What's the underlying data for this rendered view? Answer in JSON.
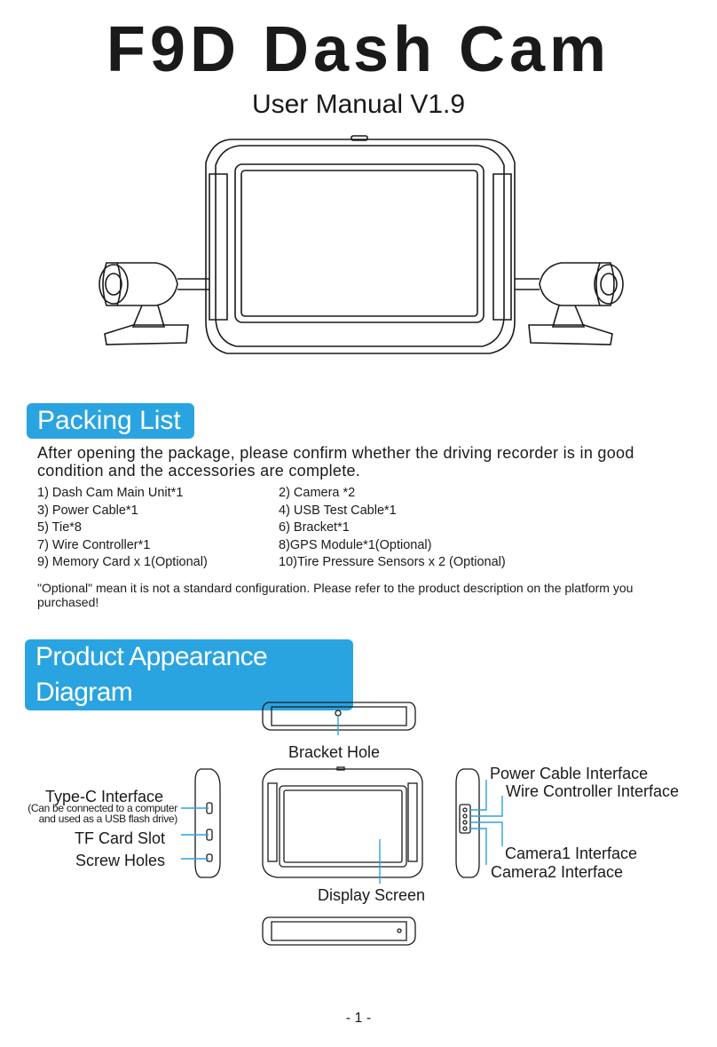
{
  "header": {
    "title": "F9D Dash Cam",
    "subtitle": "User  Manual V1.9"
  },
  "packing": {
    "heading": "Packing List",
    "intro": "After opening the package, please confirm whether the driving recorder is in good condition and the accessories are complete.",
    "items": [
      "1) Dash Cam Main Unit*1",
      "2) Camera *2",
      "3) Power Cable*1",
      "4) USB Test Cable*1",
      "5) Tie*8",
      "6) Bracket*1",
      "7) Wire Controller*1",
      "8)GPS Module*1(Optional)",
      "9) Memory Card x 1(Optional)",
      "10)Tire Pressure Sensors x 2 (Optional)"
    ],
    "note": "\"Optional\" mean it is not a standard configuration. Please refer to the product description on the platform you purchased!"
  },
  "appearance": {
    "heading": "Product Appearance Diagram",
    "labels": {
      "bracket_hole": "Bracket Hole",
      "type_c": "Type-C Interface",
      "type_c_note_1": "(Can be connected to a computer",
      "type_c_note_2": "and used as a USB flash drive)",
      "tf_card": "TF Card Slot",
      "screw_holes": "Screw Holes",
      "display_screen": "Display Screen",
      "power_cable": "Power Cable Interface",
      "wire_controller": "Wire Controller Interface",
      "camera1": "Camera1 Interface",
      "camera2": "Camera2 Interface"
    }
  },
  "footer": {
    "page": "- 1 -"
  },
  "colors": {
    "accent": "#2aa4e0",
    "callout": "#2aa4e0",
    "text": "#1a1a1a"
  }
}
